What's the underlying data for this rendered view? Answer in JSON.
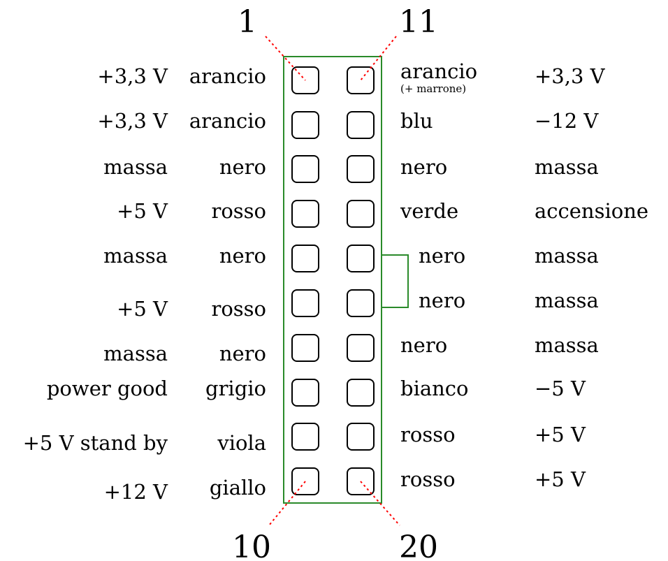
{
  "corner_labels": {
    "top_left": "1",
    "top_right": "11",
    "bottom_left": "10",
    "bottom_right": "20"
  },
  "left_voltage": [
    "+3,3 V",
    "+3,3 V",
    "massa",
    "+5 V",
    "massa",
    "+5 V",
    "massa",
    "power good",
    "+5 V stand by",
    "+12 V"
  ],
  "left_color": [
    "arancio",
    "arancio",
    "nero",
    "rosso",
    "nero",
    "rosso",
    "nero",
    "grigio",
    "viola",
    "giallo"
  ],
  "right_color": [
    "arancio",
    "blu",
    "nero",
    "verde",
    "nero",
    "nero",
    "nero",
    "bianco",
    "rosso",
    "rosso"
  ],
  "right_color_note": "(+ marrone)",
  "right_voltage": [
    "+3,3 V",
    "−12 V",
    "massa",
    "accensione",
    "massa",
    "massa",
    "massa",
    "−5 V",
    "+5 V",
    "+5 V"
  ],
  "colors": {
    "connector_outline": "#2a8a2a",
    "pin_marker": "#ff0000",
    "pin_outline": "#000000"
  }
}
